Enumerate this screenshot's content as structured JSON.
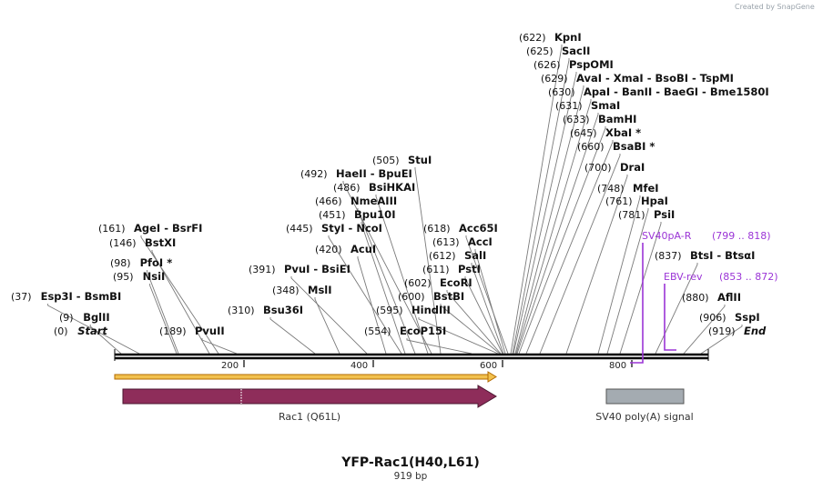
{
  "header": {
    "credit": "Created by SnapGene"
  },
  "map": {
    "title": "YFP-Rac1(H40,L61)",
    "length_label": "919 bp",
    "ruler_ticks": [
      "200",
      "400",
      "600",
      "800"
    ],
    "sites": [
      {
        "pos": "(0)",
        "name": "Start",
        "italic": true
      },
      {
        "pos": "(9)",
        "name": "BglII"
      },
      {
        "pos": "(37)",
        "name": "Esp3I  -  BsmBI"
      },
      {
        "pos": "(95)",
        "name": "NsiI"
      },
      {
        "pos": "(98)",
        "name": "PfoI *"
      },
      {
        "pos": "(146)",
        "name": "BstXI"
      },
      {
        "pos": "(161)",
        "name": "AgeI  -  BsrFI"
      },
      {
        "pos": "(189)",
        "name": "PvuII"
      },
      {
        "pos": "(310)",
        "name": "Bsu36I"
      },
      {
        "pos": "(348)",
        "name": "MslI"
      },
      {
        "pos": "(391)",
        "name": "PvuI  -  BsiEI"
      },
      {
        "pos": "(420)",
        "name": "AcuI"
      },
      {
        "pos": "(445)",
        "name": "StyI  -  NcoI"
      },
      {
        "pos": "(451)",
        "name": "Bpu10I"
      },
      {
        "pos": "(466)",
        "name": "NmeAIII"
      },
      {
        "pos": "(486)",
        "name": "BsiHKAI"
      },
      {
        "pos": "(492)",
        "name": "HaeII  -  BpuEI"
      },
      {
        "pos": "(505)",
        "name": "StuI"
      },
      {
        "pos": "(554)",
        "name": "EcoP15I"
      },
      {
        "pos": "(595)",
        "name": "HindIII"
      },
      {
        "pos": "(600)",
        "name": "BstBI"
      },
      {
        "pos": "(602)",
        "name": "EcoRI"
      },
      {
        "pos": "(611)",
        "name": "PstI"
      },
      {
        "pos": "(612)",
        "name": "SalI"
      },
      {
        "pos": "(613)",
        "name": "AccI"
      },
      {
        "pos": "(618)",
        "name": "Acc65I"
      },
      {
        "pos": "(622)",
        "name": "KpnI"
      },
      {
        "pos": "(625)",
        "name": "SacII"
      },
      {
        "pos": "(626)",
        "name": "PspOMI"
      },
      {
        "pos": "(629)",
        "name": "AvaI  -  XmaI  -  BsoBI  -  TspMI"
      },
      {
        "pos": "(630)",
        "name": "ApaI  -  BanII  -  BaeGI  -  Bme1580I"
      },
      {
        "pos": "(631)",
        "name": "SmaI"
      },
      {
        "pos": "(633)",
        "name": "BamHI"
      },
      {
        "pos": "(645)",
        "name": "XbaI *"
      },
      {
        "pos": "(660)",
        "name": "BsaBI *"
      },
      {
        "pos": "(700)",
        "name": "DraI"
      },
      {
        "pos": "(748)",
        "name": "MfeI"
      },
      {
        "pos": "(761)",
        "name": "HpaI"
      },
      {
        "pos": "(781)",
        "name": "PsiI"
      },
      {
        "pos": "(837)",
        "name": "BtsI  -  BtsαI"
      },
      {
        "pos": "(880)",
        "name": "AflII"
      },
      {
        "pos": "(906)",
        "name": "SspI"
      },
      {
        "pos": "(919)",
        "name": "End",
        "italic": true
      }
    ],
    "primers": [
      {
        "name": "SV40pA-R",
        "range": "(799 .. 818)",
        "color": "#9b35d6"
      },
      {
        "name": "EBV-rev",
        "range": "(853 .. 872)",
        "color": "#9b35d6"
      }
    ],
    "features": [
      {
        "name": "Rac1 (Q61L)",
        "color": "#8e2d5a"
      },
      {
        "name": "SV40 poly(A) signal",
        "color": "#a4abb1"
      }
    ],
    "orf_color": "#f2c14e"
  }
}
